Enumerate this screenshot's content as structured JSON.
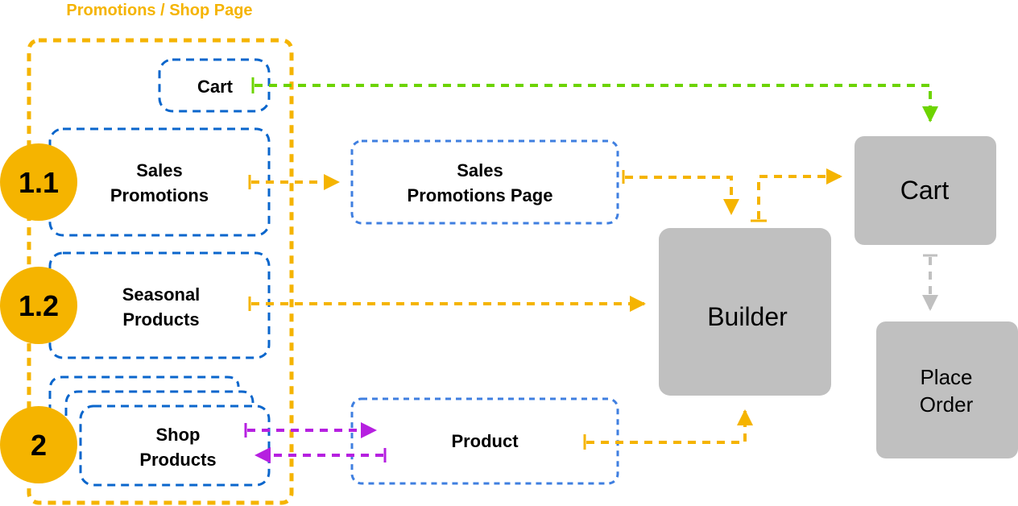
{
  "title": "Promotions / Shop Page",
  "colors": {
    "page_group": "#F5B400",
    "component": "#0A66CC",
    "page": "#3F7FE0",
    "flow_yellow": "#F5B400",
    "flow_green": "#6DD400",
    "flow_purple": "#B620E0",
    "flow_gray": "#C0C0C0",
    "service_box": "#C0C0C0",
    "badge": "#F5B400"
  },
  "components": {
    "cart": "Cart",
    "sales_promotions": [
      "Sales",
      "Promotions"
    ],
    "seasonal_products": [
      "Seasonal",
      "Products"
    ],
    "shop_products": [
      "Shop",
      "Products"
    ]
  },
  "badges": [
    "1.1",
    "1.2",
    "2"
  ],
  "pages": {
    "sales_promotions_page": [
      "Sales",
      "Promotions Page"
    ],
    "product": "Product"
  },
  "services": {
    "builder": "Builder",
    "cart": "Cart",
    "place_order": [
      "Place",
      "Order"
    ]
  }
}
